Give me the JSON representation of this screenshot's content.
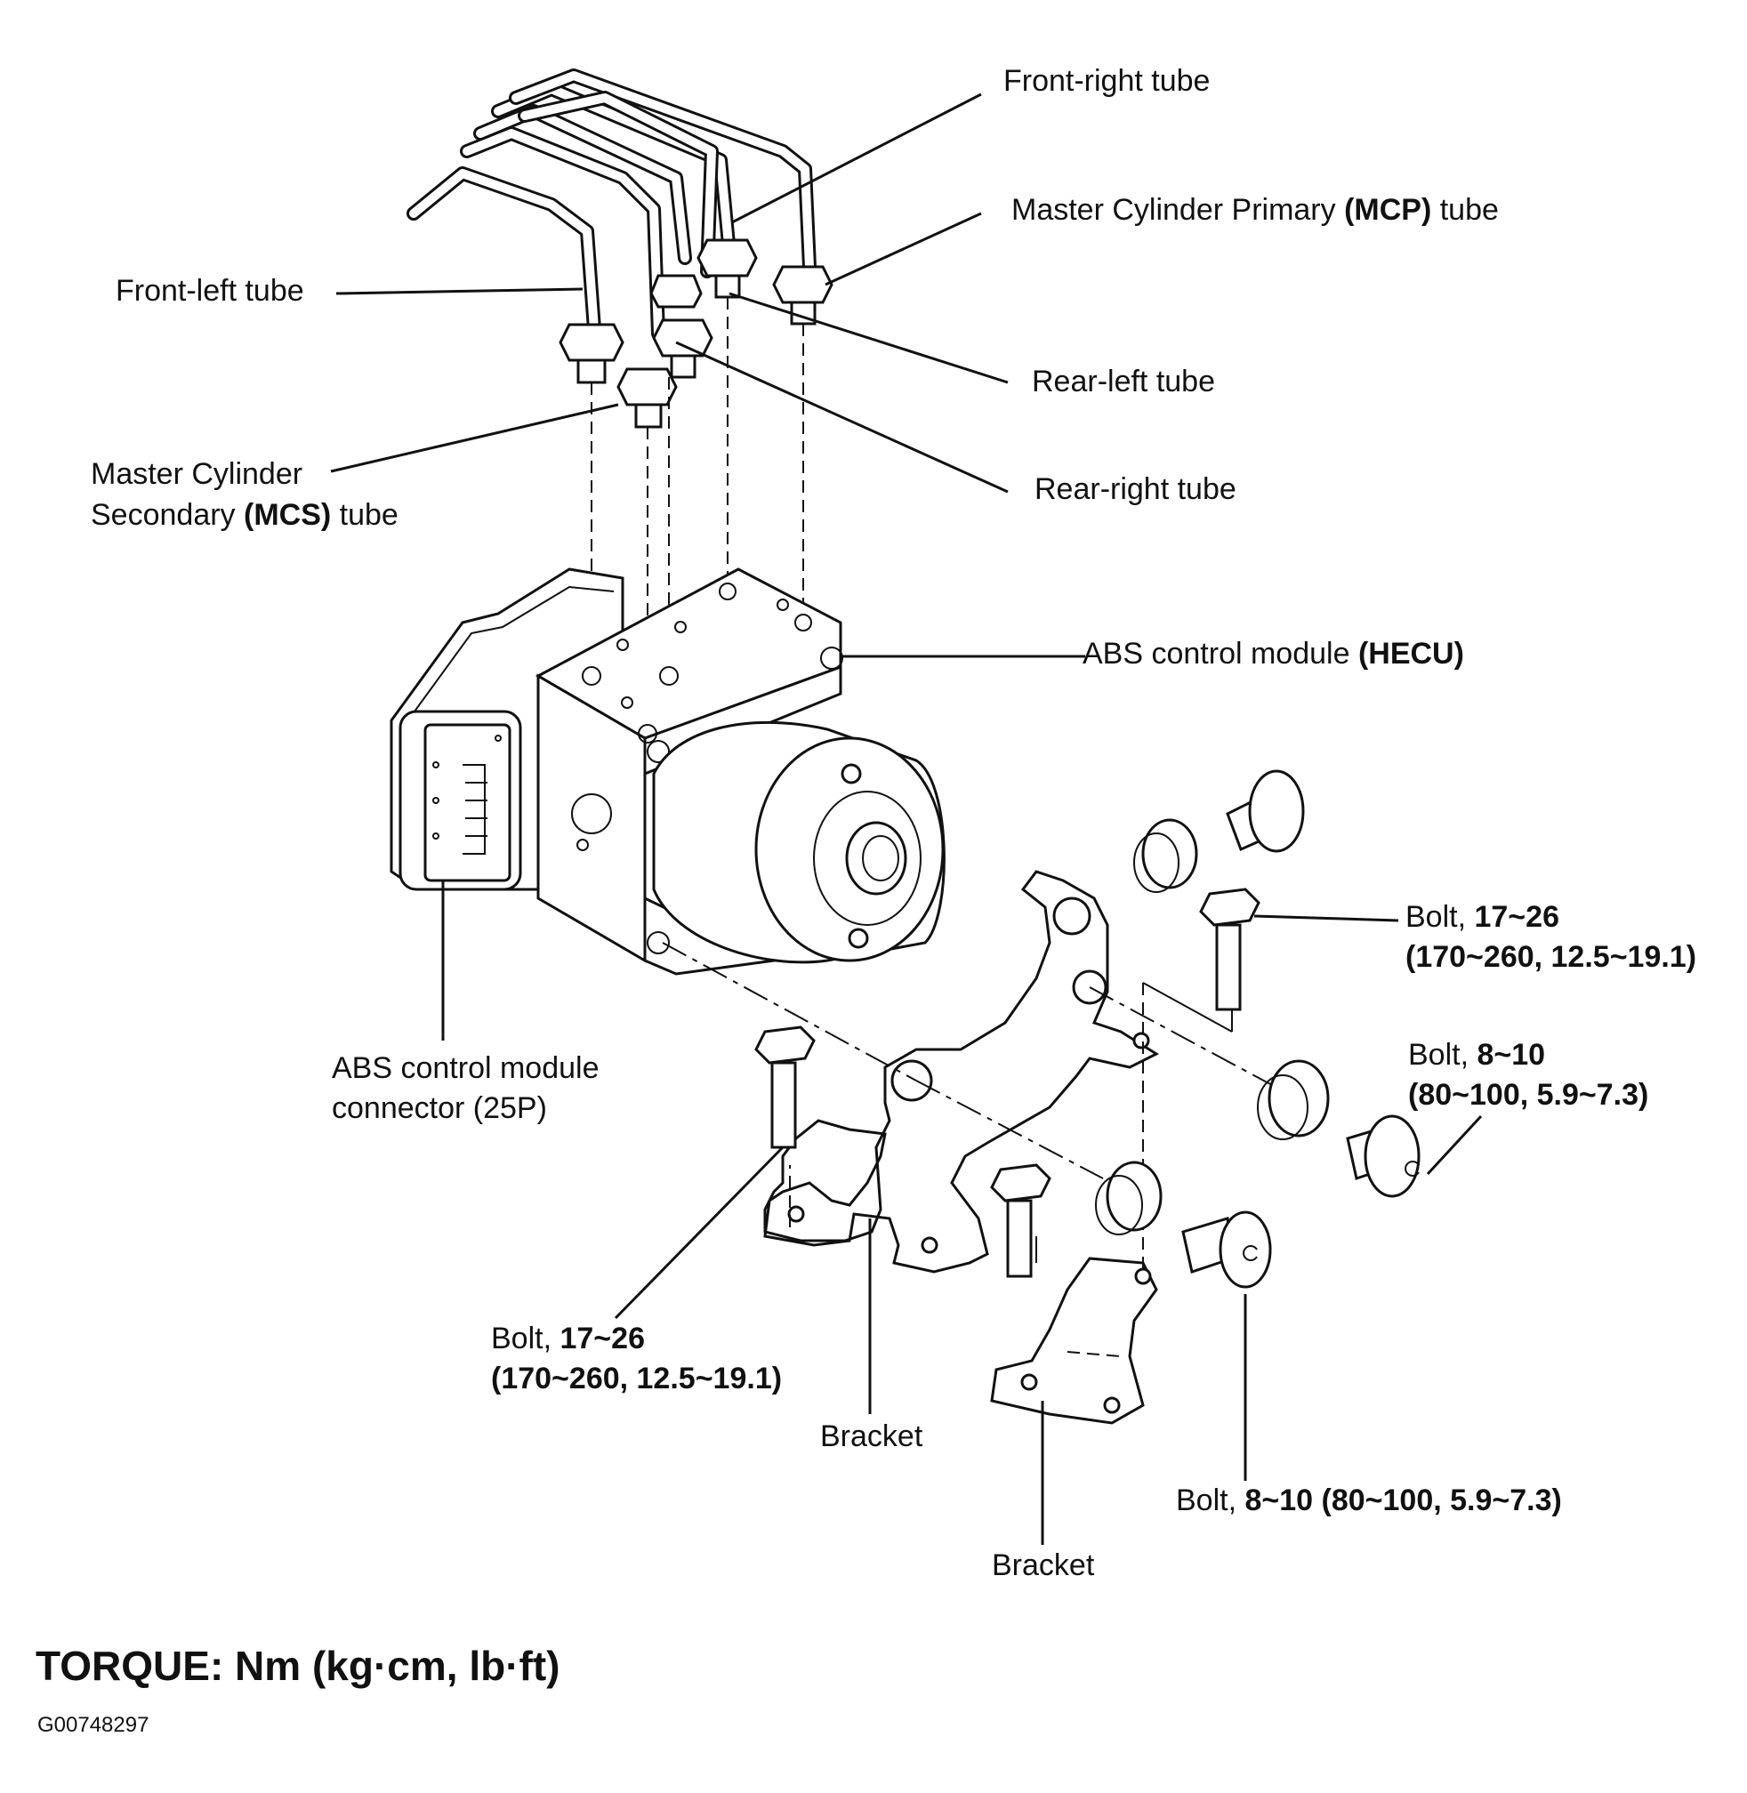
{
  "labels": {
    "front_right_tube": "Front-right tube",
    "mcp_tube_pre": "Master Cylinder Primary ",
    "mcp_tube_bold": "(MCP)",
    "mcp_tube_post": " tube",
    "front_left_tube": "Front-left tube",
    "rear_left_tube": "Rear-left tube",
    "mcs_tube_line1": "Master Cylinder",
    "mcs_tube_pre": "Secondary ",
    "mcs_tube_bold": "(MCS)",
    "mcs_tube_post": " tube",
    "rear_right_tube": "Rear-right tube",
    "abs_module_pre": "ABS control module ",
    "abs_module_bold": "(HECU)",
    "connector_line1": "ABS control module",
    "connector_line2": "connector (25P)",
    "bolt_upper_right_pre": "Bolt, ",
    "bolt_upper_right_torque": "17~26",
    "bolt_upper_right_line2": "(170~260, 12.5~19.1)",
    "bolt_right_pre": "Bolt, ",
    "bolt_right_torque": "8~10",
    "bolt_right_line2": "(80~100, 5.9~7.3)",
    "bolt_lower_left_pre": "Bolt, ",
    "bolt_lower_left_torque": "17~26",
    "bolt_lower_left_line2": "(170~260, 12.5~19.1)",
    "bracket_1": "Bracket",
    "bolt_lower_right_pre": "Bolt, ",
    "bolt_lower_right_torque": "8~10 (80~100, 5.9~7.3)",
    "bracket_2": "Bracket"
  },
  "footer": {
    "torque_units": "TORQUE: Nm (kg·cm, lb·ft)",
    "figure_id": "G00748297"
  }
}
